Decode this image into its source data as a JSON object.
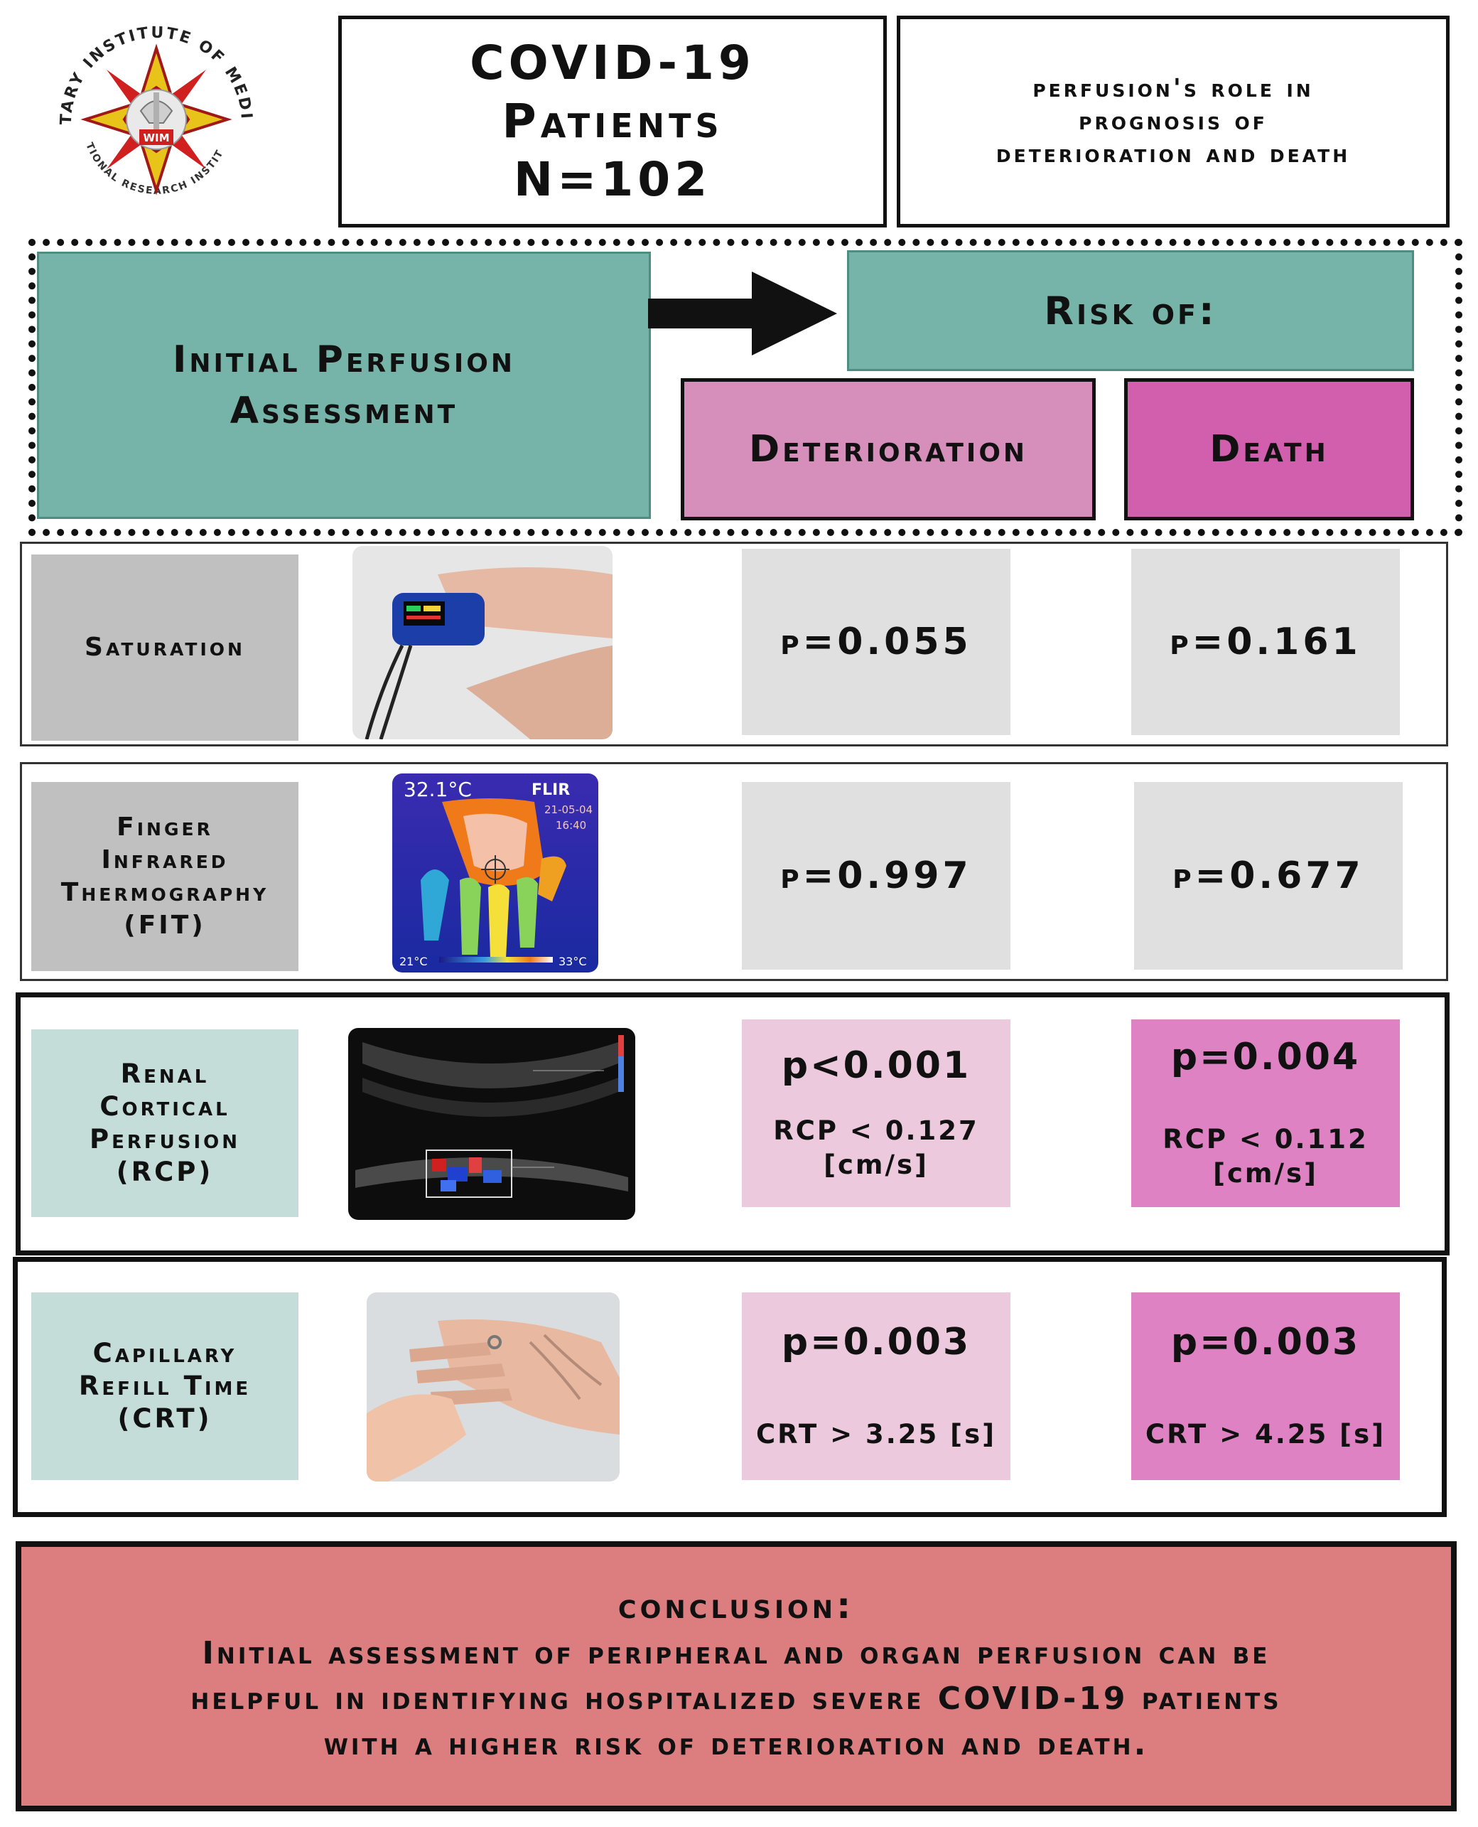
{
  "logo": {
    "ring_text_top": "MILITARY INSTITUTE OF MEDICINE",
    "ring_text_bottom": "NATIONAL RESEARCH INSTITUTE",
    "abbrev": "WIM"
  },
  "header": {
    "title_lines": [
      "COVID-19",
      "Patients",
      "N=102"
    ],
    "subtitle_lines": [
      "perfusion's role in",
      "prognosis of",
      "deterioration and death"
    ]
  },
  "assessment": {
    "label_lines": [
      "Initial Perfusion",
      "Assessment"
    ],
    "risk_label": "Risk of:",
    "deterioration_label": "Deterioration",
    "death_label": "Death"
  },
  "rows": [
    {
      "label_lines": [
        "Saturation"
      ],
      "image_icon": "pulse-oximeter-photo",
      "deterioration_p": "p=0.055",
      "death_p": "p=0.161"
    },
    {
      "label_lines": [
        "Finger",
        "Infrared",
        "Thermography",
        "(FIT)"
      ],
      "image_icon": "thermal-hand-photo",
      "thermal_reading": "32.1°C",
      "thermal_brand": "FLIR",
      "thermal_date": "21-05-04",
      "thermal_time": "16:40",
      "thermal_scale_min": "21°C",
      "thermal_scale_max": "33°C",
      "deterioration_p": "p=0.997",
      "death_p": "p=0.677"
    },
    {
      "label_lines": [
        "Renal",
        "Cortical",
        "Perfusion",
        "(RCP)"
      ],
      "image_icon": "renal-ultrasound-photo",
      "deterioration_p": "p<0.001",
      "deterioration_cutoff_lines": [
        "RCP < 0.127",
        "[cm/s]"
      ],
      "death_p": "p=0.004",
      "death_cutoff_lines": [
        "RCP < 0.112",
        "[cm/s]"
      ]
    },
    {
      "label_lines": [
        "Capillary",
        "Refill Time",
        "(CRT)"
      ],
      "image_icon": "capillary-refill-photo",
      "deterioration_p": "p=0.003",
      "deterioration_cutoff_lines": [
        "CRT > 3.25 [s]"
      ],
      "death_p": "p=0.003",
      "death_cutoff_lines": [
        "CRT > 4.25 [s]"
      ]
    }
  ],
  "conclusion": {
    "heading": "conclusion:",
    "body_lines": [
      "Initial assessment of peripheral and organ perfusion can be",
      "helpful in identifying hospitalized severe COVID-19 patients",
      "with a higher risk of deterioration and death."
    ]
  },
  "colors": {
    "teal": "#76b3a9",
    "light_teal": "#c4ddd8",
    "grey": "#c0c0c0",
    "light_grey": "#e0e0e0",
    "deterioration_pink": "#d68fbb",
    "death_magenta": "#d25fae",
    "conclusion_red": "#dc7d80"
  }
}
